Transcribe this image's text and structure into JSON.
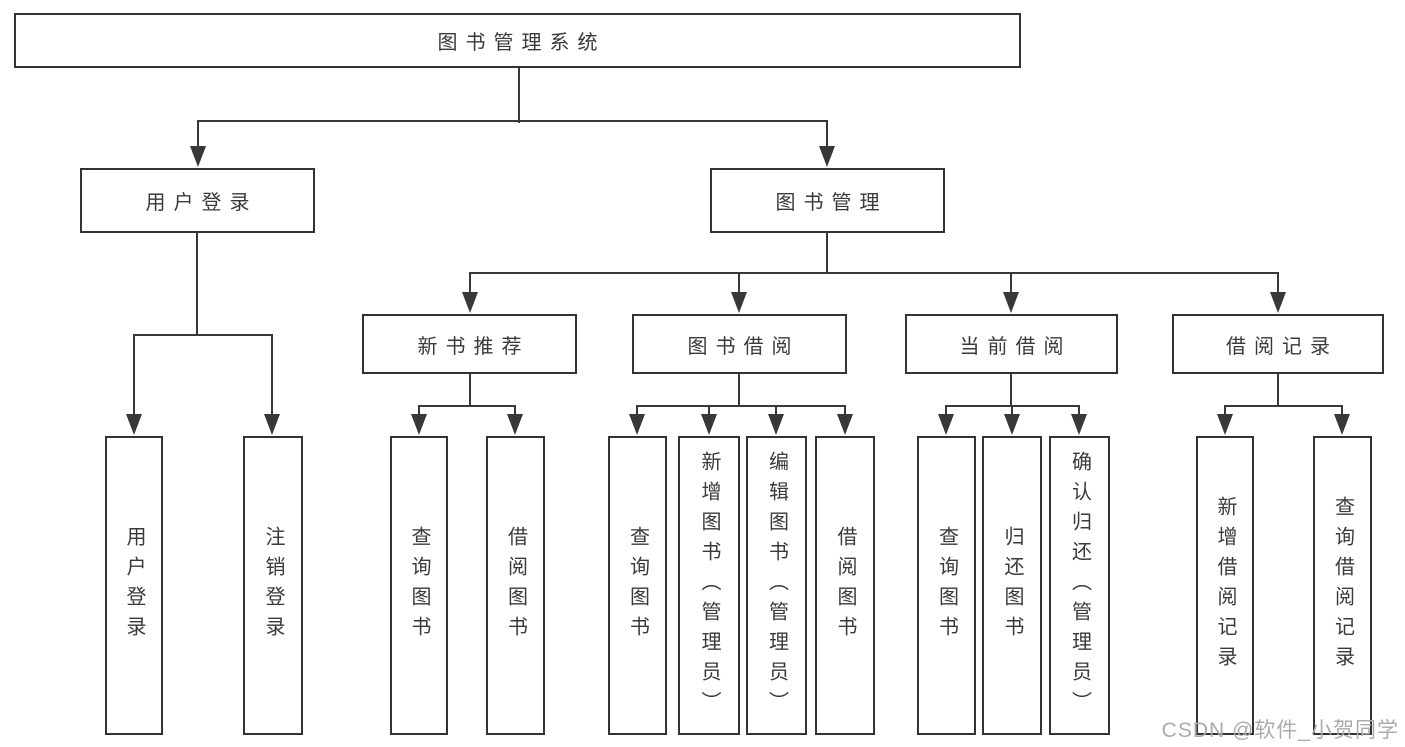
{
  "diagram": {
    "root": {
      "label": "图书管理系统"
    },
    "level2": [
      {
        "label": "用户登录"
      },
      {
        "label": "图书管理"
      }
    ],
    "level3": [
      {
        "label": "新书推荐"
      },
      {
        "label": "图书借阅"
      },
      {
        "label": "当前借阅"
      },
      {
        "label": "借阅记录"
      }
    ],
    "leaves": {
      "user_login": [
        "用户登录",
        "注销登录"
      ],
      "new_book": [
        "查询图书",
        "借阅图书"
      ],
      "book_borrow": [
        "查询图书",
        "新增图书（管理员）",
        "编辑图书（管理员）",
        "借阅图书"
      ],
      "current_borrow": [
        "查询图书",
        "归还图书",
        "确认归还（管理员）"
      ],
      "borrow_record": [
        "新增借阅记录",
        "查询借阅记录"
      ]
    }
  },
  "watermark": "CSDN @软件_小贺同学",
  "colors": {
    "line": "#383838",
    "box_border": "#333333",
    "text": "#3a3a3a",
    "background": "#ffffff",
    "watermark": "#ababab"
  }
}
